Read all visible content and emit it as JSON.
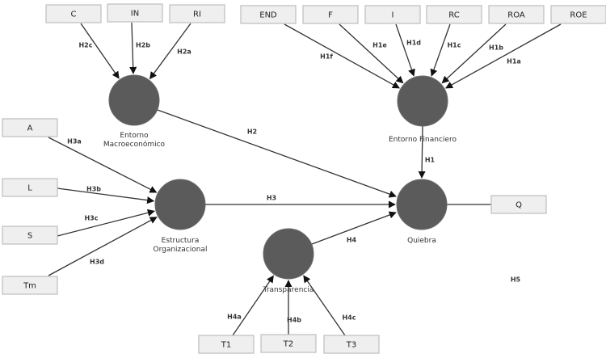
{
  "title": "Structural model: financial distress (Quiebra) determinants",
  "latents": [
    {
      "id": "macro",
      "label_lines": [
        "Entorno",
        "Macroeconómico"
      ]
    },
    {
      "id": "fin",
      "label_lines": [
        "Entorno Financiero"
      ]
    },
    {
      "id": "estr",
      "label_lines": [
        "Estructura",
        "Organizacional"
      ]
    },
    {
      "id": "quiebra",
      "label_lines": [
        "Quiebra"
      ]
    },
    {
      "id": "transp",
      "label_lines": [
        "Transparencia"
      ]
    }
  ],
  "indicators": [
    {
      "id": "C",
      "label": "C",
      "target": "macro",
      "hypothesis": "H2c"
    },
    {
      "id": "IN",
      "label": "IN",
      "target": "macro",
      "hypothesis": "H2b"
    },
    {
      "id": "RI",
      "label": "RI",
      "target": "macro",
      "hypothesis": "H2a"
    },
    {
      "id": "END",
      "label": "END",
      "target": "fin",
      "hypothesis": "H1f"
    },
    {
      "id": "F",
      "label": "F",
      "target": "fin",
      "hypothesis": "H1e"
    },
    {
      "id": "I",
      "label": "I",
      "target": "fin",
      "hypothesis": "H1d"
    },
    {
      "id": "RC",
      "label": "RC",
      "target": "fin",
      "hypothesis": "H1c"
    },
    {
      "id": "ROA",
      "label": "ROA",
      "target": "fin",
      "hypothesis": "H1b"
    },
    {
      "id": "ROE",
      "label": "ROE",
      "target": "fin",
      "hypothesis": "H1a"
    },
    {
      "id": "A",
      "label": "A",
      "target": "estr",
      "hypothesis": "H3a"
    },
    {
      "id": "L",
      "label": "L",
      "target": "estr",
      "hypothesis": "H3b"
    },
    {
      "id": "S",
      "label": "S",
      "target": "estr",
      "hypothesis": "H3c"
    },
    {
      "id": "Tm",
      "label": "Tm",
      "target": "estr",
      "hypothesis": "H3d"
    },
    {
      "id": "T1",
      "label": "T1",
      "target": "transp",
      "hypothesis": "H4a"
    },
    {
      "id": "T2",
      "label": "T2",
      "target": "transp",
      "hypothesis": "H4b"
    },
    {
      "id": "T3",
      "label": "T3",
      "target": "transp",
      "hypothesis": "H4c"
    },
    {
      "id": "Q",
      "label": "Q",
      "target": "quiebra",
      "hypothesis": ""
    }
  ],
  "structural_paths": [
    {
      "from": "fin",
      "to": "quiebra",
      "hypothesis": "H1"
    },
    {
      "from": "macro",
      "to": "quiebra",
      "hypothesis": "H2"
    },
    {
      "from": "estr",
      "to": "quiebra",
      "hypothesis": "H3"
    },
    {
      "from": "transp",
      "to": "quiebra",
      "hypothesis": "H4"
    }
  ],
  "free_labels": [
    {
      "id": "H5",
      "text": "H5"
    }
  ],
  "colors": {
    "latent_fill": "#5b5b5b",
    "indicator_fill": "#efefef",
    "indicator_border": "#bdbdbd",
    "line": "#333333"
  }
}
